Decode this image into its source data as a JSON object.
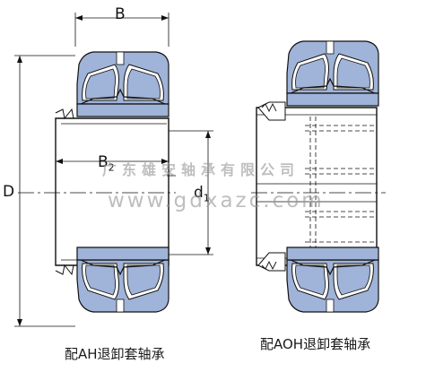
{
  "dimensions": {
    "B": "B",
    "D": "D",
    "B2": "B",
    "B2_sub": "2",
    "d1": "d",
    "d1_sub": "1"
  },
  "captions": {
    "left": "配AH退卸套轴承",
    "right": "配AOH退卸套轴承"
  },
  "watermark": {
    "company": "广东雄安轴承有限公司",
    "url": "www.gdxazc.com"
  },
  "colors": {
    "bearing_fill": "#9fb2d8",
    "line": "#111111",
    "watermark": "#969696"
  }
}
